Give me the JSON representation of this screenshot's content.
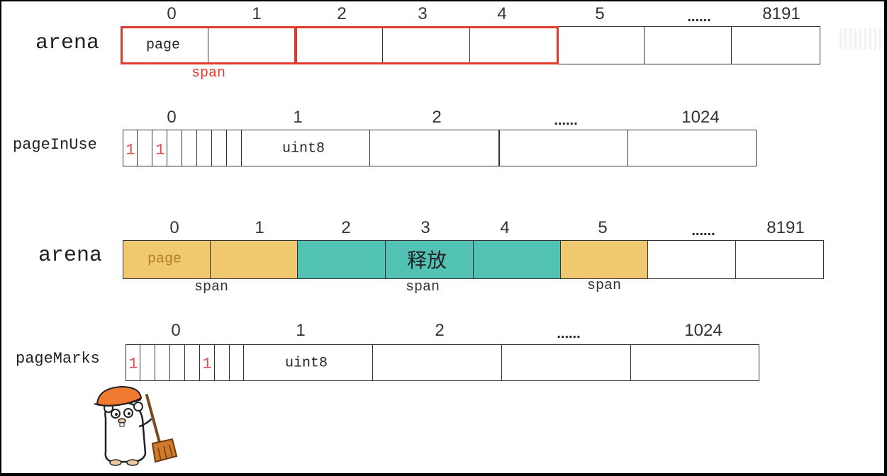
{
  "row1": {
    "label": "arena",
    "indices": [
      "0",
      "1",
      "2",
      "3",
      "4",
      "5",
      "......",
      "8191"
    ],
    "cell_text": "page",
    "span_label": "span"
  },
  "row2": {
    "label": "pageInUse",
    "indices": [
      "0",
      "1",
      "2",
      "......",
      "1024"
    ],
    "bits": [
      "1",
      "1"
    ],
    "cell_text": "uint8"
  },
  "row3": {
    "label": "arena",
    "indices": [
      "0",
      "1",
      "2",
      "3",
      "4",
      "5",
      "......",
      "8191"
    ],
    "cell_text": "page",
    "release_label": "释放",
    "span_labels": [
      "span",
      "span",
      "span"
    ]
  },
  "row4": {
    "label": "pageMarks",
    "indices": [
      "0",
      "1",
      "2",
      "......",
      "1024"
    ],
    "bits": [
      "1",
      "1"
    ],
    "cell_text": "uint8"
  },
  "colors": {
    "span_outline": "#e03a2c",
    "in_use": "#f0c870",
    "released": "#52c2b4",
    "marked_bit": "#e05050"
  },
  "mascot": "go-gopher-with-broom"
}
